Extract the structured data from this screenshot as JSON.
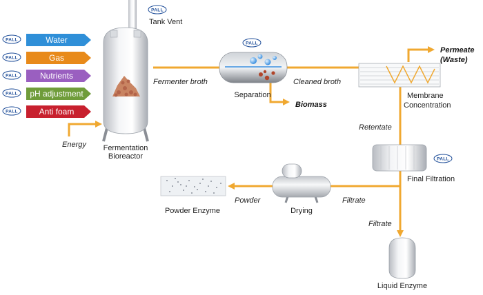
{
  "brand": {
    "logo_text": "PALL",
    "logo_color": "#1f4e99"
  },
  "colors": {
    "flow": "#f0a830",
    "water": "#2f8fd8",
    "gas": "#e88a1a",
    "nutrients": "#9a5fc0",
    "ph": "#6f9c3a",
    "antifoam": "#c8202e"
  },
  "inputs": [
    {
      "label": "Water",
      "color": "#2f8fd8"
    },
    {
      "label": "Gas",
      "color": "#e88a1a"
    },
    {
      "label": "Nutrients",
      "color": "#9a5fc0"
    },
    {
      "label": "pH adjustment",
      "color": "#6f9c3a"
    },
    {
      "label": "Anti foam",
      "color": "#c8202e"
    }
  ],
  "units": {
    "tank_vent": "Tank Vent",
    "fermentation_line1": "Fermentation",
    "fermentation_line2": "Bioreactor",
    "separation": "Separation",
    "membrane_line1": "Membrane",
    "membrane_line2": "Concentration",
    "final_filtration": "Final Filtration",
    "drying": "Drying",
    "powder_enzyme": "Powder Enzyme",
    "liquid_enzyme": "Liquid Enzyme"
  },
  "flows": {
    "energy": "Energy",
    "fermenter_broth": "Fermenter broth",
    "biomass": "Biomass",
    "cleaned_broth": "Cleaned broth",
    "permeate_line1": "Permeate",
    "permeate_line2": "(Waste)",
    "retentate": "Retentate",
    "filtrate_drying": "Filtrate",
    "filtrate_liquid": "Filtrate",
    "powder": "Powder"
  }
}
